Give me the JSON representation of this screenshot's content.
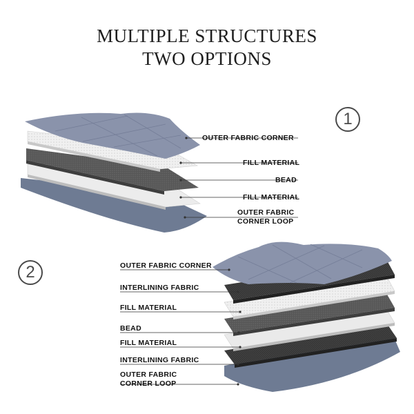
{
  "title": {
    "line1": "MULTIPLE STRUCTURES",
    "line2": "TWO OPTIONS"
  },
  "option_1": {
    "badge": "1",
    "labels": [
      "OUTER FABRIC CORNER",
      "FILL MATERIAL",
      "BEAD",
      "FILL MATERIAL",
      "OUTER FABRIC",
      "CORNER LOOP"
    ]
  },
  "option_2": {
    "badge": "2",
    "labels": [
      "OUTER FABRIC CORNER",
      "INTERLINING FABRIC",
      "FILL MATERIAL",
      "BEAD",
      "FILL MATERIAL",
      "INTERLINING FABRIC",
      "OUTER FABRIC",
      "CORNER LOOP"
    ]
  },
  "colors": {
    "outer_fabric": "#8a93ab",
    "fill_material": "#f2f2f2",
    "bead": "#5a5a5a",
    "interlining": "#3a3a3a",
    "corner_loop": "#6f7c94"
  }
}
